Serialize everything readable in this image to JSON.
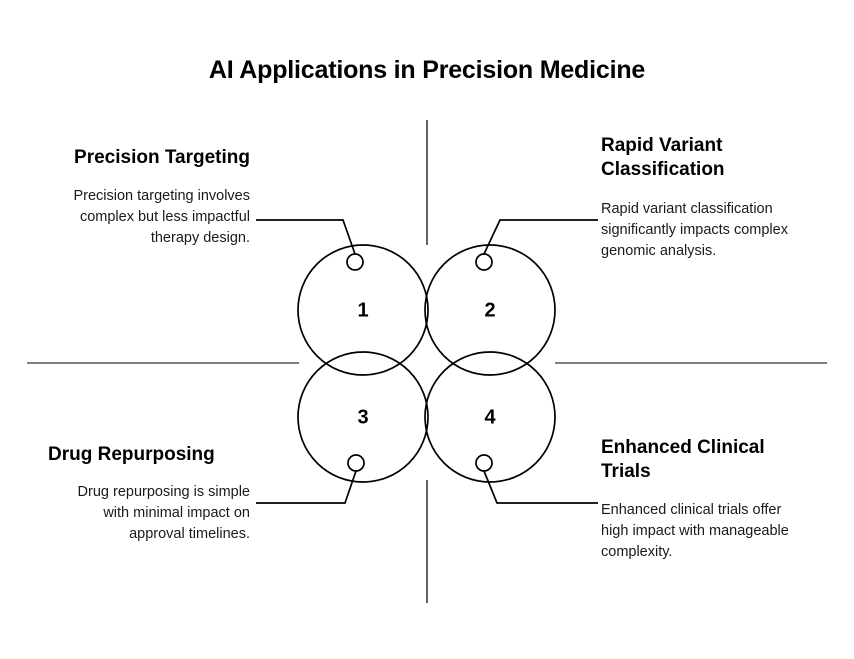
{
  "title": "AI Applications in Precision Medicine",
  "colors": {
    "background": "#ffffff",
    "stroke": "#000000",
    "axis": "#555555",
    "text": "#000000"
  },
  "center": {
    "circles": [
      {
        "number": "1",
        "quadrant": "top-left"
      },
      {
        "number": "2",
        "quadrant": "top-right"
      },
      {
        "number": "3",
        "quadrant": "bottom-left"
      },
      {
        "number": "4",
        "quadrant": "bottom-right"
      }
    ]
  },
  "quadrants": {
    "top_left": {
      "heading": "Precision Targeting",
      "body": "Precision targeting involves complex but less impactful therapy design."
    },
    "top_right": {
      "heading": "Rapid Variant Classification",
      "body": "Rapid variant classification significantly impacts complex genomic analysis."
    },
    "bottom_left": {
      "heading": "Drug Repurposing",
      "body": "Drug repurposing is simple with minimal impact on approval timelines."
    },
    "bottom_right": {
      "heading": "Enhanced Clinical Trials",
      "body": "Enhanced clinical trials offer high impact with manageable complexity."
    }
  }
}
